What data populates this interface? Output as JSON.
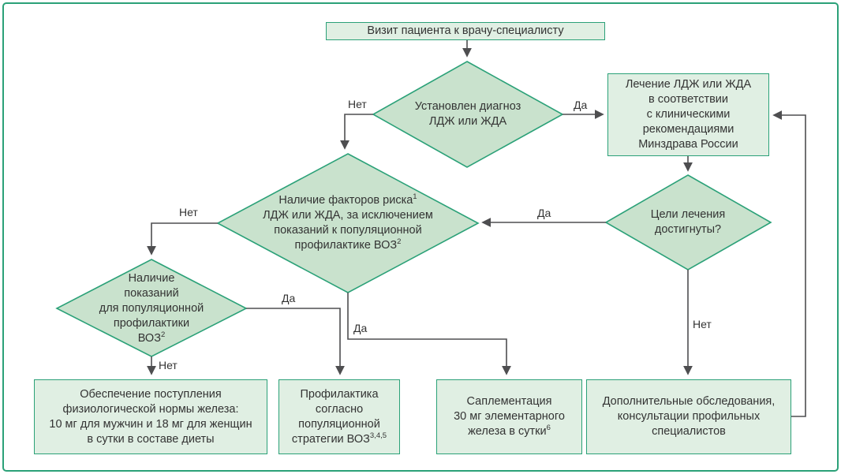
{
  "palette": {
    "shape_border_green": "#2BA178",
    "rect_fill": "#E0EFE3",
    "diamond_fill": "#C9E2CD",
    "connector_gray": "#4E4E50",
    "text_color": "#333333"
  },
  "nodes": {
    "visit": {
      "lines": [
        {
          "t": "Визит пациента к врачу-специалисту"
        }
      ]
    },
    "diagnosis_decision": {
      "lines": [
        {
          "t": "Установлен диагноз"
        },
        {
          "t": "ЛДЖ или ЖДА"
        }
      ]
    },
    "treatment": {
      "lines": [
        {
          "t": "Лечение ЛДЖ или ЖДА"
        },
        {
          "t": "в соответствии"
        },
        {
          "t": "с клиническими"
        },
        {
          "t": "рекомендациями"
        },
        {
          "t": "Минздрава России"
        }
      ]
    },
    "goals_decision": {
      "lines": [
        {
          "t": "Цели лечения"
        },
        {
          "t": "достигнуты?"
        }
      ]
    },
    "risk_factors_decision": {
      "lines": [
        {
          "t": "Наличие факторов риска",
          "s": "1"
        },
        {
          "t": "ЛДЖ или ЖДА, за исключением"
        },
        {
          "t": "показаний к популяционной"
        },
        {
          "t": "профилактике ВОЗ",
          "s": "2"
        }
      ]
    },
    "who_indications_decision": {
      "lines": [
        {
          "t": "Наличие"
        },
        {
          "t": "показаний"
        },
        {
          "t": "для популяционной"
        },
        {
          "t": "профилактики"
        },
        {
          "t": "ВОЗ",
          "s": "2"
        }
      ]
    },
    "diet": {
      "lines": [
        {
          "t": "Обеспечение поступления"
        },
        {
          "t": "физиологической нормы железа:"
        },
        {
          "t": "10 мг для мужчин и 18 мг для женщин"
        },
        {
          "t": "в сутки в составе диеты"
        }
      ]
    },
    "prophylaxis": {
      "lines": [
        {
          "t": "Профилактика"
        },
        {
          "t": "согласно"
        },
        {
          "t": "популяционной"
        },
        {
          "t": "стратегии ВОЗ",
          "s": "3,4,5"
        }
      ]
    },
    "supplementation": {
      "lines": [
        {
          "t": "Саплементация"
        },
        {
          "t": "30 мг элементарного"
        },
        {
          "t": "железа в сутки",
          "s": "6"
        }
      ]
    },
    "additional": {
      "lines": [
        {
          "t": "Дополнительные обследования,"
        },
        {
          "t": "консультации профильных"
        },
        {
          "t": "специалистов"
        }
      ]
    }
  },
  "labels": {
    "diagnosis_no": "Нет",
    "diagnosis_yes": "Да",
    "risk_no": "Нет",
    "risk_yes": "Да",
    "goals_yes": "Да",
    "goals_no": "Нет",
    "who_yes": "Да",
    "who_no": "Нет"
  }
}
